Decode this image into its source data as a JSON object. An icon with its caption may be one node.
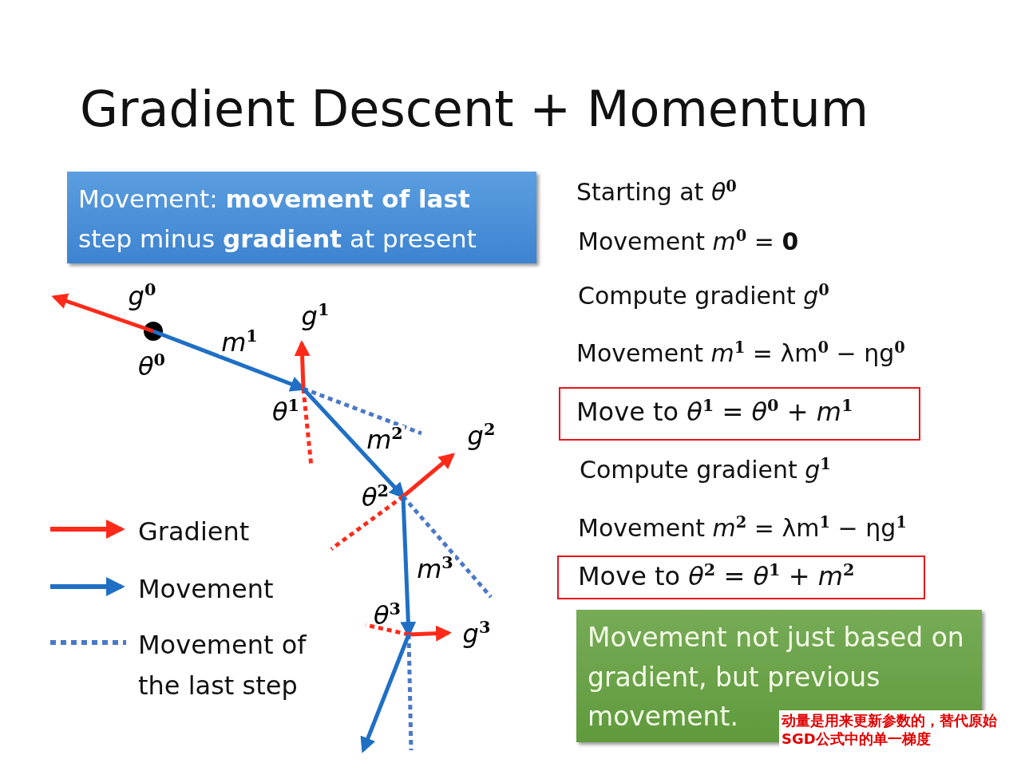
{
  "diagram": {
    "title": "Gradient Descent + Momentum",
    "nodes": [
      {
        "text": [
          "Movement: **movement of last** step minus **gradient** at present"
        ]
      },
      {
        "text": [
          "*θ*$^{0}$"
        ]
      },
      {
        "text": [
          "*θ*$^{1}$"
        ]
      },
      {
        "text": [
          "*θ*$^{2}$"
        ]
      },
      {
        "text": [
          "*θ*$^{3}$"
        ]
      },
      {
        "text": [
          "Move to *θ*$^{1}$ = *θ*$^{0}$ + *m*$^{1}$"
        ]
      },
      {
        "text": [
          "Move to *θ*$^{2}$ = *θ*$^{1}$ + *m*$^{2}$"
        ]
      },
      {
        "text": [
          "Movement not just based on gradient, but previous movement."
        ]
      }
    ],
    "edges": [
      {
        "from": 1,
        "to": null,
        "arrow": "to",
        "label": "*g*$^{0}$",
        "color": "#ff2a1a"
      },
      {
        "from": 1,
        "to": 2,
        "arrow": "to",
        "label": "*m*$^{1}$",
        "color": "#1f6fc5"
      },
      {
        "from": 2,
        "to": null,
        "arrow": "to",
        "label": "*g*$^{1}$",
        "color": "#ff2a1a"
      },
      {
        "from": 2,
        "to": null,
        "arrow": "none",
        "style": "dashed",
        "color": "#4a78c8"
      },
      {
        "from": 2,
        "to": null,
        "arrow": "none",
        "style": "dashed",
        "color": "#ff2a1a"
      },
      {
        "from": 2,
        "to": 3,
        "arrow": "to",
        "label": "*m*$^{2}$",
        "color": "#1f6fc5"
      },
      {
        "from": 3,
        "to": null,
        "arrow": "to",
        "label": "*g*$^{2}$",
        "color": "#ff2a1a"
      },
      {
        "from": 3,
        "to": null,
        "arrow": "none",
        "style": "dashed",
        "color": "#4a78c8"
      },
      {
        "from": 3,
        "to": null,
        "arrow": "none",
        "style": "dashed",
        "color": "#ff2a1a"
      },
      {
        "from": 3,
        "to": 4,
        "arrow": "to",
        "label": "*m*$^{3}$",
        "color": "#1f6fc5"
      },
      {
        "from": 4,
        "to": null,
        "arrow": "to",
        "label": "*g*$^{3}$",
        "color": "#ff2a1a"
      },
      {
        "from": 4,
        "to": null,
        "arrow": "none",
        "style": "dashed",
        "color": "#4a78c8"
      },
      {
        "from": 4,
        "to": null,
        "arrow": "none",
        "style": "dashed",
        "color": "#ff2a1a"
      },
      {
        "from": 4,
        "to": null,
        "arrow": "to",
        "color": "#1f6fc5"
      }
    ],
    "labels": [
      "Starting at *θ*$^{0}$",
      "Movement *m*$^{0}$ = **0**",
      "Compute gradient *g*$^{0}$",
      "Movement *m*$^{1}$ = λm$^{0}$ − ηg$^{0}$",
      "Compute gradient *g*$^{1}$",
      "Movement *m*$^{2}$ = λm$^{1}$ − ηg$^{1}$",
      "动量是用来更新参数的，替代原始SGD公式中的单一梯度"
    ],
    "legend": [
      {
        "text": "Gradient"
      },
      {
        "text": "Movement"
      },
      {
        "text": "Movement of the last step"
      }
    ]
  }
}
